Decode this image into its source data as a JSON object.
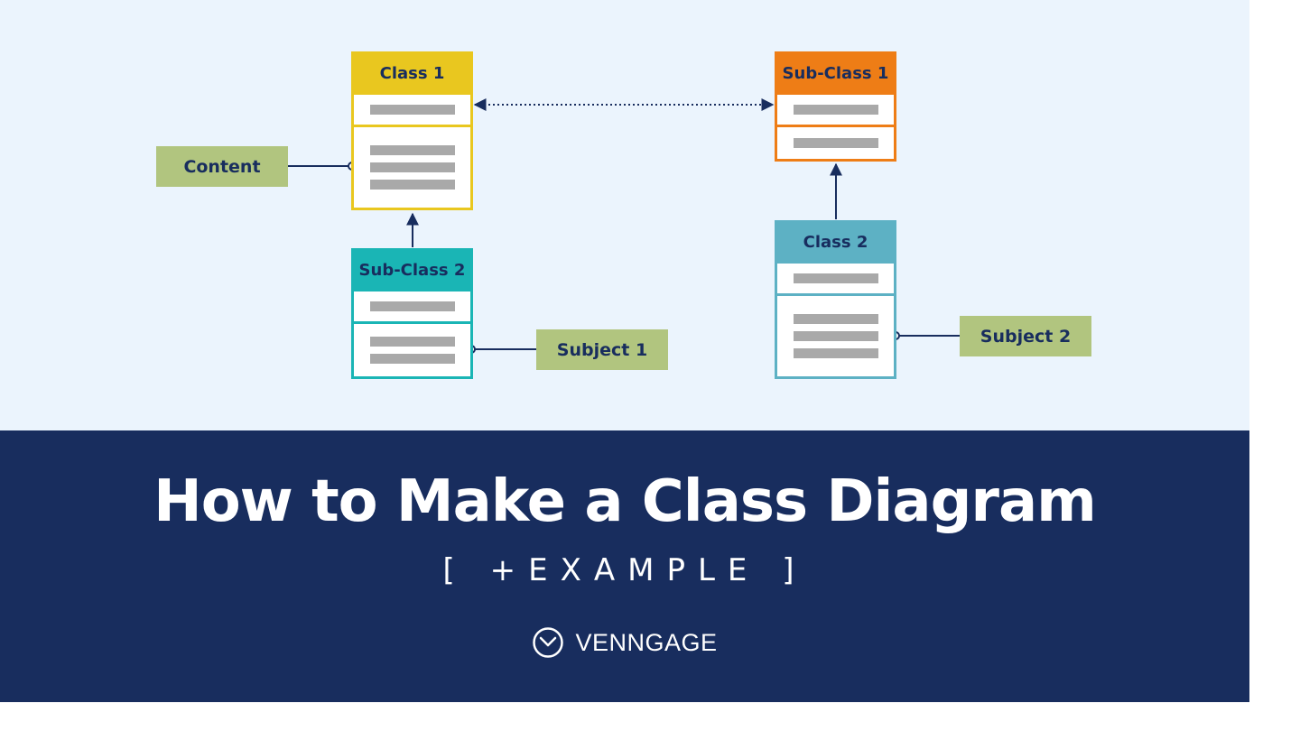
{
  "diagram": {
    "class1": {
      "title": "Class 1"
    },
    "subclass1": {
      "title": "Sub-Class 1"
    },
    "subclass2": {
      "title": "Sub-Class 2"
    },
    "class2": {
      "title": "Class 2"
    },
    "notes": {
      "content": "Content",
      "subject1": "Subject 1",
      "subject2": "Subject 2"
    },
    "colors": {
      "class1": "#e9c71f",
      "subclass1": "#ee7d16",
      "subclass2": "#1ab5b5",
      "class2": "#5db1c4",
      "note": "#b1c57f",
      "connector": "#182d5e",
      "placeholder_bar": "#a9a9a9"
    }
  },
  "banner": {
    "title": "How to Make a Class Diagram",
    "subtitle": "[ +EXAMPLE ]",
    "brand": "VENNGAGE",
    "brand_icon": "clock-logo-icon",
    "background": "#182d5e"
  }
}
